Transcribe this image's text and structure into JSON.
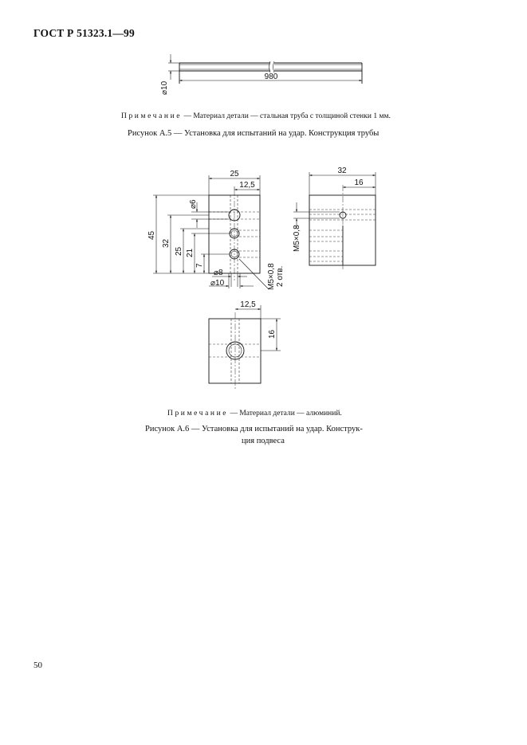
{
  "header": {
    "doc_code": "ГОСТ Р 51323.1—99"
  },
  "figure_a5": {
    "dims": {
      "length": "980",
      "diameter": "⌀10"
    },
    "note_prefix": "Примечание",
    "note_text": " — Материал детали — стальная труба с толщиной стенки 1 мм.",
    "caption": "Рисунок А.5 — Установка для испытаний на удар. Конструкция трубы"
  },
  "figure_a6": {
    "dims": {
      "width_25": "25",
      "offset_12_5": "12,5",
      "diam_6": "⌀6",
      "height_45": "45",
      "height_32": "32",
      "height_25": "25",
      "height_21": "21",
      "height_7": "7",
      "diam_8": "⌀8",
      "diam_10": "⌀10",
      "thread_m5": "M5×0,8",
      "holes_count": "2 отв.",
      "side_width_32": "32",
      "side_offset_16": "16",
      "side_thread": "M5×0,8",
      "bottom_offset_12_5": "12,5",
      "bottom_height_16": "16"
    },
    "note_prefix": "Примечание",
    "note_text": " — Материал детали — алюминий.",
    "caption_line1": "Рисунок А.6 — Установка для испытаний на удар. Конструк-",
    "caption_line2": "ция подвеса"
  },
  "footer": {
    "page_number": "50"
  }
}
